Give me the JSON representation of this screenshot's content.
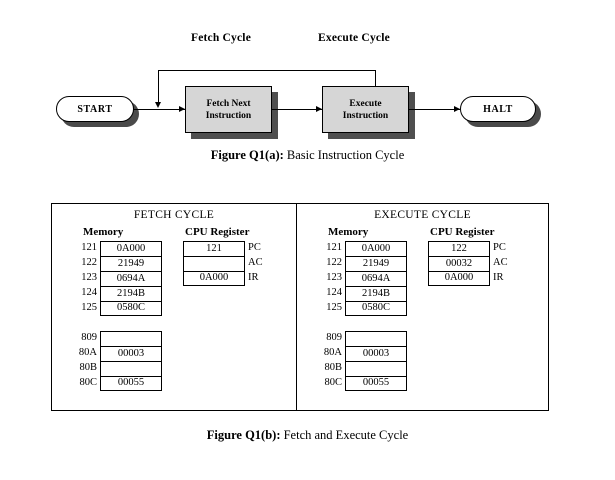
{
  "figure_a": {
    "labels": {
      "fetch_cycle": "Fetch Cycle",
      "execute_cycle": "Execute Cycle"
    },
    "nodes": {
      "start": "START",
      "halt": "HALT",
      "fetch_line1": "Fetch Next",
      "fetch_line2": "Instruction",
      "execute_line1": "Execute",
      "execute_line2": "Instruction"
    },
    "caption_bold": "Figure Q1(a):",
    "caption_rest": " Basic Instruction Cycle"
  },
  "figure_b": {
    "caption_bold": "Figure Q1(b):",
    "caption_rest": " Fetch and Execute Cycle",
    "headings": {
      "memory": "Memory",
      "cpu_register": "CPU Register"
    },
    "fetch": {
      "title": "FETCH CYCLE",
      "memory_block1": [
        {
          "addr": "121",
          "value": "0A000"
        },
        {
          "addr": "122",
          "value": "21949"
        },
        {
          "addr": "123",
          "value": "0694A"
        },
        {
          "addr": "124",
          "value": "2194B"
        },
        {
          "addr": "125",
          "value": "0580C"
        }
      ],
      "memory_block2": [
        {
          "addr": "809",
          "value": ""
        },
        {
          "addr": "80A",
          "value": "00003"
        },
        {
          "addr": "80B",
          "value": ""
        },
        {
          "addr": "80C",
          "value": "00055"
        }
      ],
      "registers": [
        {
          "value": "121",
          "name": "PC"
        },
        {
          "value": "",
          "name": "AC"
        },
        {
          "value": "0A000",
          "name": "IR"
        }
      ]
    },
    "execute": {
      "title": "EXECUTE CYCLE",
      "memory_block1": [
        {
          "addr": "121",
          "value": "0A000"
        },
        {
          "addr": "122",
          "value": "21949"
        },
        {
          "addr": "123",
          "value": "0694A"
        },
        {
          "addr": "124",
          "value": "2194B"
        },
        {
          "addr": "125",
          "value": "0580C"
        }
      ],
      "memory_block2": [
        {
          "addr": "809",
          "value": ""
        },
        {
          "addr": "80A",
          "value": "00003"
        },
        {
          "addr": "80B",
          "value": ""
        },
        {
          "addr": "80C",
          "value": "00055"
        }
      ],
      "registers": [
        {
          "value": "122",
          "name": "PC"
        },
        {
          "value": "00032",
          "name": "AC"
        },
        {
          "value": "0A000",
          "name": "IR"
        }
      ]
    }
  },
  "colors": {
    "process_fill": "#d6d6d6",
    "shadow": "#4f4f4f",
    "stroke": "#000000",
    "background": "#ffffff"
  }
}
